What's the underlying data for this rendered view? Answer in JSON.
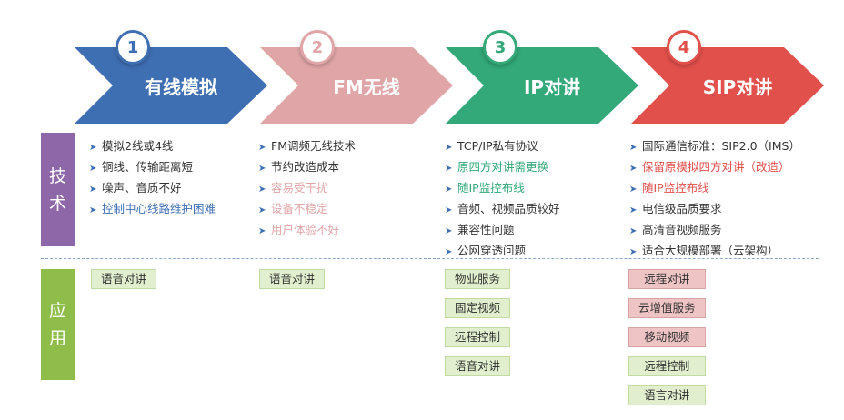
{
  "stages": [
    {
      "number": "1",
      "title": "有线模拟",
      "color": "#3f6fb3",
      "badge_color": "#3f6fb3",
      "text_color": "#333333"
    },
    {
      "number": "2",
      "title": "FM无线",
      "color": "#e0a5a7",
      "badge_color": "#e0a5a7",
      "text_color": "#333333"
    },
    {
      "number": "3",
      "title": "IP对讲",
      "color": "#33a879",
      "badge_color": "#33a879",
      "text_color": "#333333"
    },
    {
      "number": "4",
      "title": "SIP对讲",
      "color": "#e2504b",
      "badge_color": "#e2504b",
      "text_color": "#333333"
    }
  ],
  "side_labels": {
    "tech": [
      "技",
      "术"
    ],
    "app": [
      "应",
      "用"
    ]
  },
  "colors": {
    "tech_panel": "#8e67a8",
    "app_panel": "#8ebd4a",
    "bullet": "#3f6fb3",
    "highlight_blue": "#3f6fb3",
    "faded_pink": "#e0a5a7",
    "highlight_green": "#33a879",
    "highlight_red": "#e2504b"
  },
  "features": [
    [
      {
        "text": "模拟2线或4线",
        "style": "normal"
      },
      {
        "text": "铜线、传输距离短",
        "style": "normal"
      },
      {
        "text": "噪声、音质不好",
        "style": "normal"
      },
      {
        "text": "控制中心线路维护困难",
        "style": "blue"
      }
    ],
    [
      {
        "text": "FM调频无线技术",
        "style": "normal"
      },
      {
        "text": "节约改造成本",
        "style": "normal"
      },
      {
        "text": "容易受干扰",
        "style": "pink"
      },
      {
        "text": "设备不稳定",
        "style": "pink"
      },
      {
        "text": "用户体验不好",
        "style": "pink"
      }
    ],
    [
      {
        "text": "TCP/IP私有协议",
        "style": "normal"
      },
      {
        "text": "原四方对讲需更换",
        "style": "green"
      },
      {
        "text": "随IP监控布线",
        "style": "green"
      },
      {
        "text": "音频、视频品质较好",
        "style": "normal"
      },
      {
        "text": "兼容性问题",
        "style": "normal"
      },
      {
        "text": "公网穿透问题",
        "style": "normal"
      }
    ],
    [
      {
        "text": "国际通信标准：SIP2.0（IMS）",
        "style": "normal"
      },
      {
        "text": "保留原模拟四方对讲（改造）",
        "style": "red"
      },
      {
        "text": "随IP监控布线",
        "style": "red"
      },
      {
        "text": "电信级品质要求",
        "style": "normal"
      },
      {
        "text": "高清音视频服务",
        "style": "normal"
      },
      {
        "text": "适合大规模部署（云架构）",
        "style": "normal"
      }
    ]
  ],
  "applications": [
    [
      {
        "text": "语音对讲",
        "style": "green"
      }
    ],
    [
      {
        "text": "语音对讲",
        "style": "green"
      }
    ],
    [
      {
        "text": "物业服务",
        "style": "green"
      },
      {
        "text": "固定视频",
        "style": "green"
      },
      {
        "text": "远程控制",
        "style": "green"
      },
      {
        "text": "语音对讲",
        "style": "green"
      }
    ],
    [
      {
        "text": "远程对讲",
        "style": "red"
      },
      {
        "text": "云增值服务",
        "style": "red"
      },
      {
        "text": "移动视频",
        "style": "red"
      },
      {
        "text": "远程控制",
        "style": "green"
      },
      {
        "text": "语言对讲",
        "style": "green"
      }
    ]
  ]
}
